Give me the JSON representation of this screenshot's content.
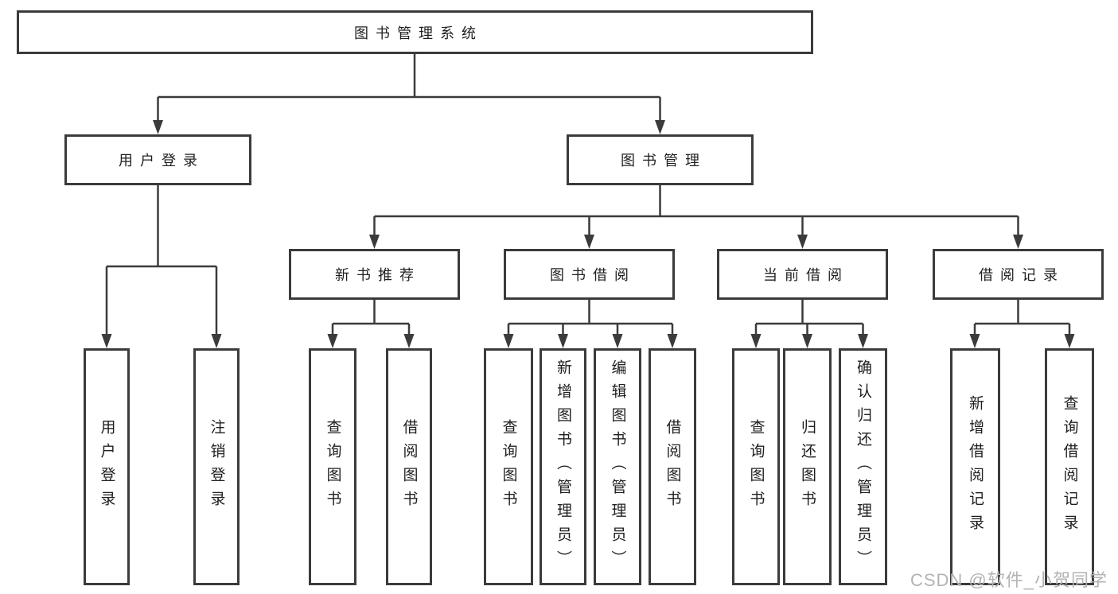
{
  "diagram": {
    "root": "图书管理系统",
    "level2": [
      "用户登录",
      "图书管理"
    ],
    "level3": [
      "新书推荐",
      "图书借阅",
      "当前借阅",
      "借阅记录"
    ],
    "leaves": {
      "user_login": [
        "用户登录",
        "注销登录"
      ],
      "new_book": [
        "查询图书",
        "借阅图书"
      ],
      "book_borrow": [
        "查询图书",
        "新增图书（管理员）",
        "编辑图书（管理员）",
        "借阅图书"
      ],
      "current_borrow": [
        "查询图书",
        "归还图书",
        "确认归还（管理员）"
      ],
      "borrow_records": [
        "新增借阅记录",
        "查询借阅记录"
      ]
    },
    "colors": {
      "line": "#3b3b3b",
      "text": "#1f1f1f",
      "watermark": "#b3b3b3",
      "background": "#ffffff"
    }
  },
  "page": {
    "watermark": "CSDN @软件_小贺同学"
  }
}
